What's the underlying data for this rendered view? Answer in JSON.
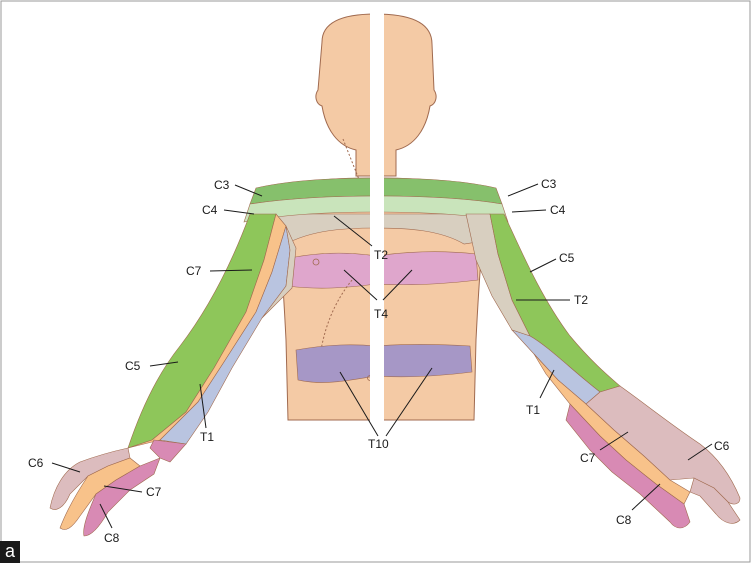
{
  "figure": {
    "panel_letter": "a",
    "colors": {
      "skin": "#f4caa5",
      "outline": "#a06a4f",
      "C3": "#86c06c",
      "C4": "#c9e4bb",
      "C5": "#8ec65a",
      "C6": "#dcbcbe",
      "C7": "#f8c28a",
      "C8": "#d88ab4",
      "T1": "#b9c4e0",
      "T2": "#d8cfc0",
      "T4": "#dfa6cc",
      "T10": "#a697c6"
    },
    "labels": {
      "left_c3": "C3",
      "left_c4": "C4",
      "left_c7": "C7",
      "left_c5": "C5",
      "left_t1": "T1",
      "left_c6": "C6",
      "left_c7_hand": "C7",
      "left_c8": "C8",
      "center_t2": "T2",
      "center_t4": "T4",
      "center_t10": "T10",
      "right_c3": "C3",
      "right_c4": "C4",
      "right_c5": "C5",
      "right_t2": "T2",
      "right_t1": "T1",
      "right_c7": "C7",
      "right_c6": "C6",
      "right_c8": "C8"
    }
  }
}
